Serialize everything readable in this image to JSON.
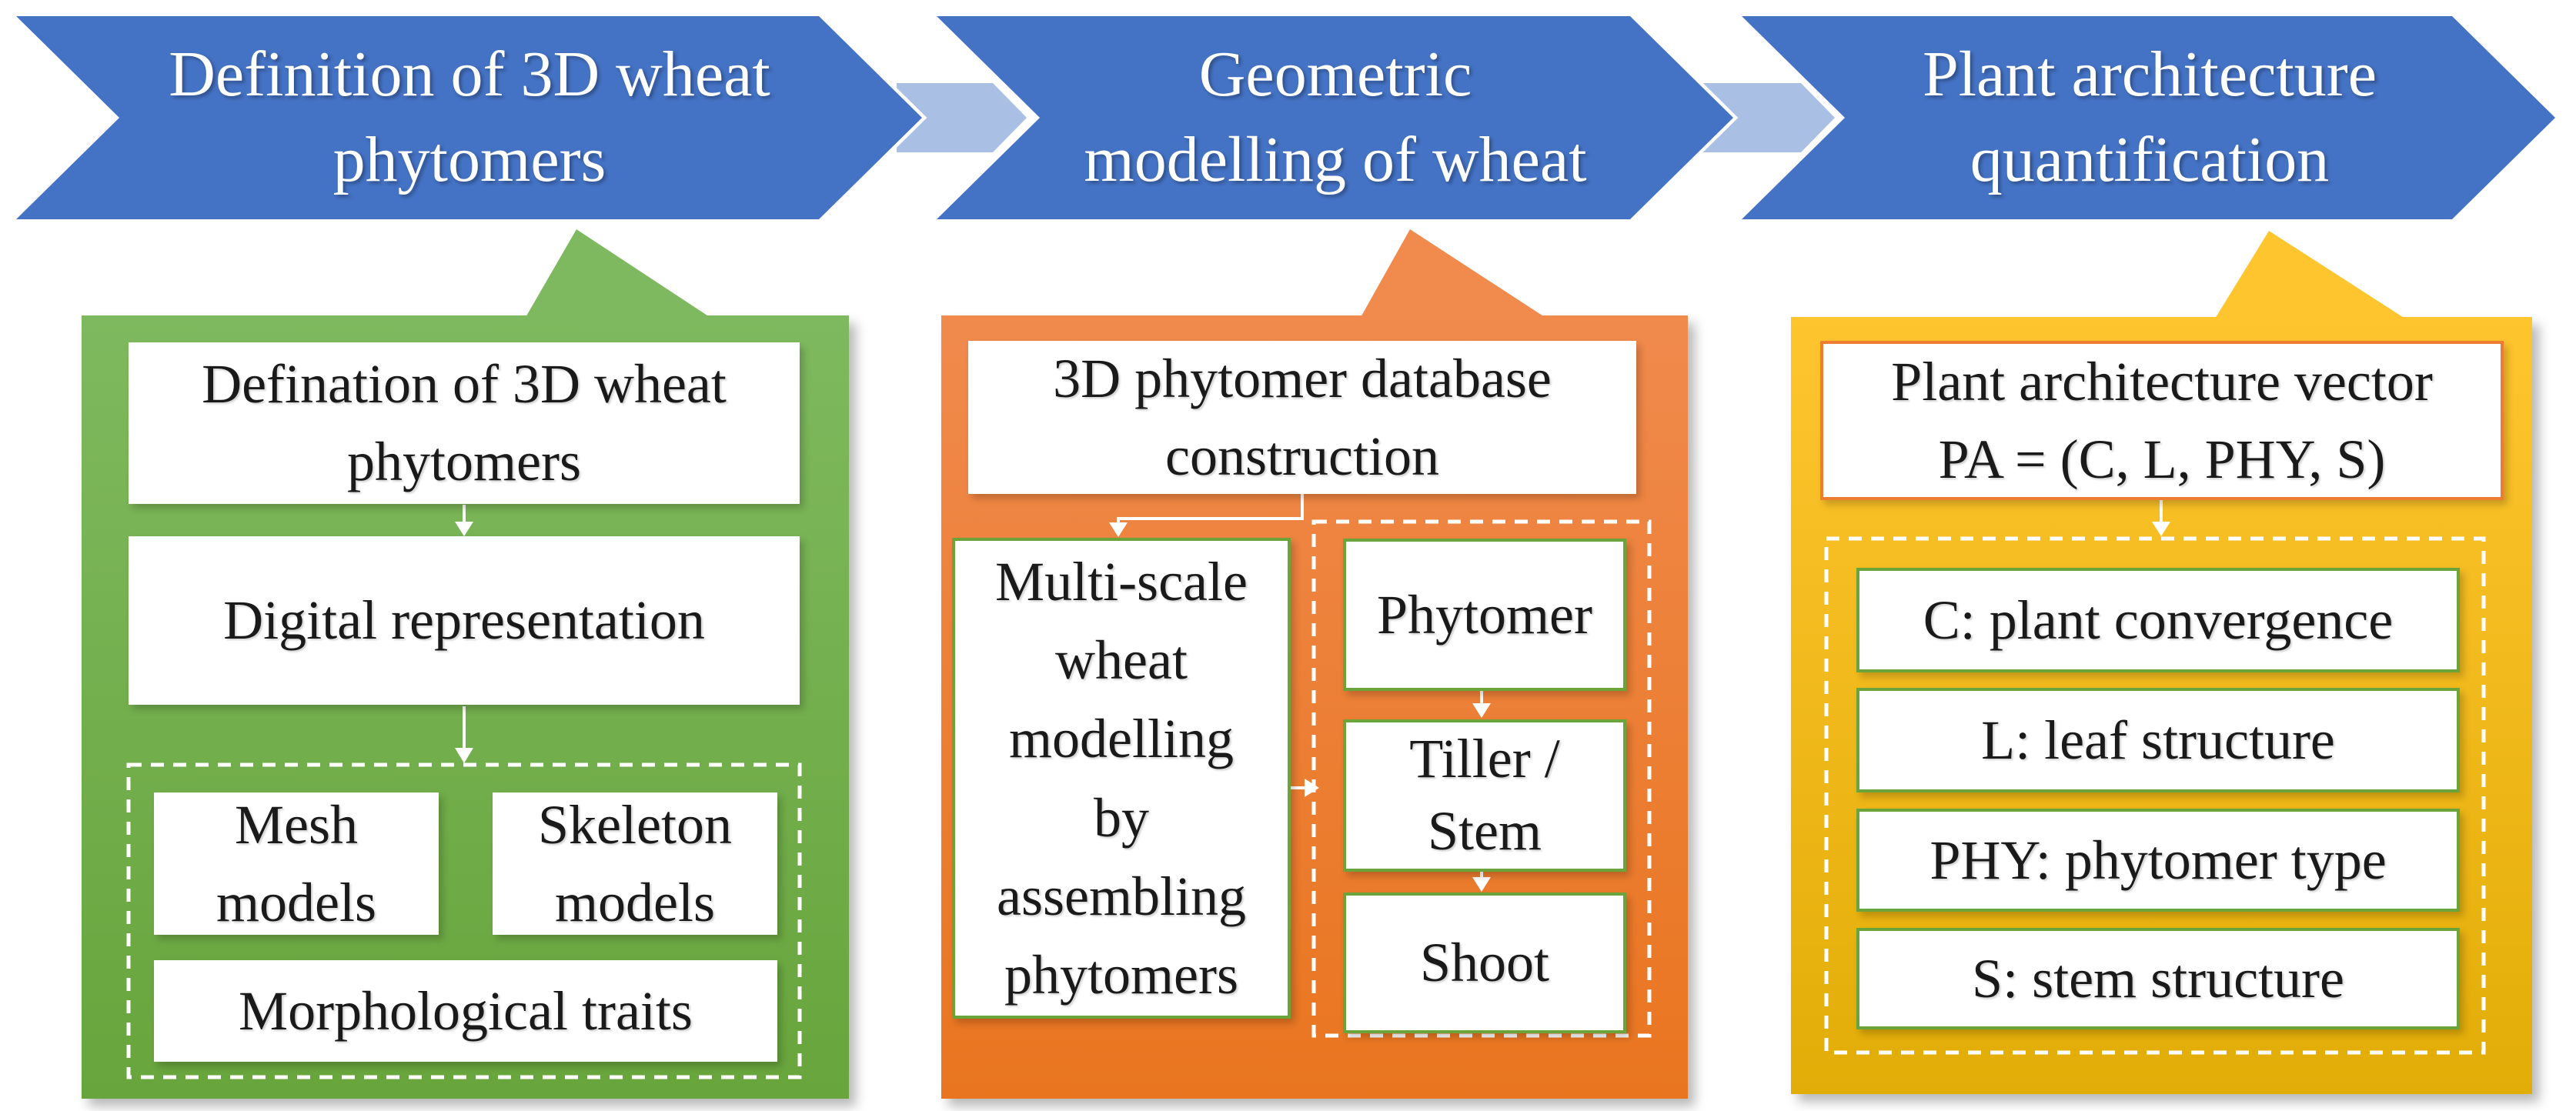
{
  "header": {
    "steps": [
      {
        "label": "Definition of 3D wheat\nphytomers"
      },
      {
        "label": "Geometric\nmodelling of wheat"
      },
      {
        "label": "Plant architecture\nquantification"
      }
    ]
  },
  "panels": {
    "definition": {
      "box1": "Defination of 3D wheat\nphytomers",
      "box2": "Digital representation",
      "mesh": "Mesh\nmodels",
      "skeleton": "Skeleton\nmodels",
      "morphological": "Morphological traits"
    },
    "geometric": {
      "box1": "3D phytomer database\nconstruction",
      "multiscale": "Multi-scale\nwheat\nmodelling\nby\nassembling\nphytomers",
      "phytomer": "Phytomer",
      "tiller": "Tiller /\nStem",
      "shoot": "Shoot"
    },
    "architecture": {
      "box1": "Plant architecture vector\nPA = (C, L, PHY, S)",
      "c": "C: plant convergence",
      "l": "L: leaf structure",
      "phy": "PHY: phytomer type",
      "s": "S: stem structure"
    }
  },
  "colors": {
    "chevron_blue": "#4472C4",
    "connector_light_blue": "#A9BFE3",
    "panel_green": "#70AD47",
    "panel_orange": "#ED7D31",
    "panel_yellow": "#FFC000",
    "box_border_green": "#6BA43B",
    "box_border_orange": "#ED7D31",
    "text_black": "#1A1A1A",
    "text_white": "#FFFFFF"
  }
}
